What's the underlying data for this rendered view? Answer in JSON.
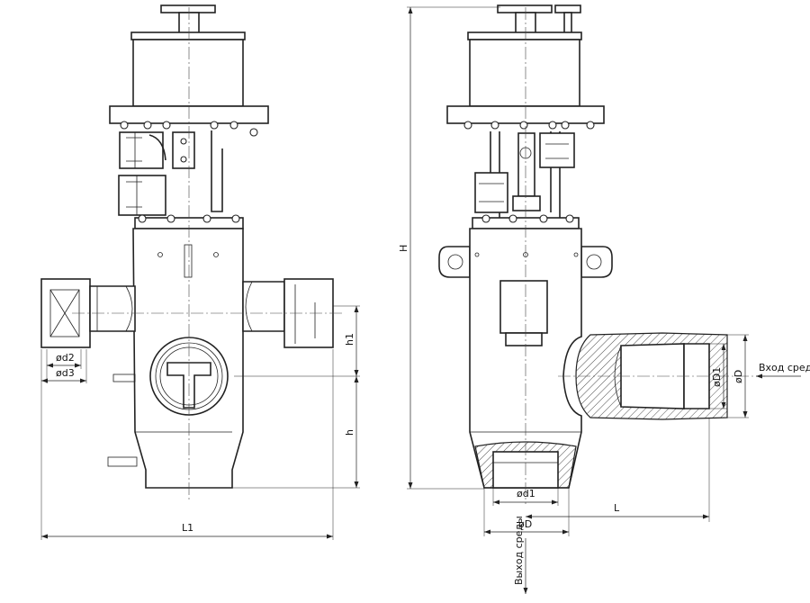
{
  "drawing": {
    "left_view": {
      "labels": {
        "d2": "ød2",
        "d3": "ød3",
        "h1": "h1",
        "h": "h",
        "L1": "L1"
      }
    },
    "right_view": {
      "labels": {
        "H": "H",
        "D1_side": "øD1",
        "D_side": "øD",
        "inlet": "Вход среды",
        "d1_bottom": "ød1",
        "D_bottom": "øD",
        "L": "L",
        "outlet": "Выход среды"
      }
    },
    "colors": {
      "line": "#222222",
      "background": "#ffffff"
    }
  }
}
